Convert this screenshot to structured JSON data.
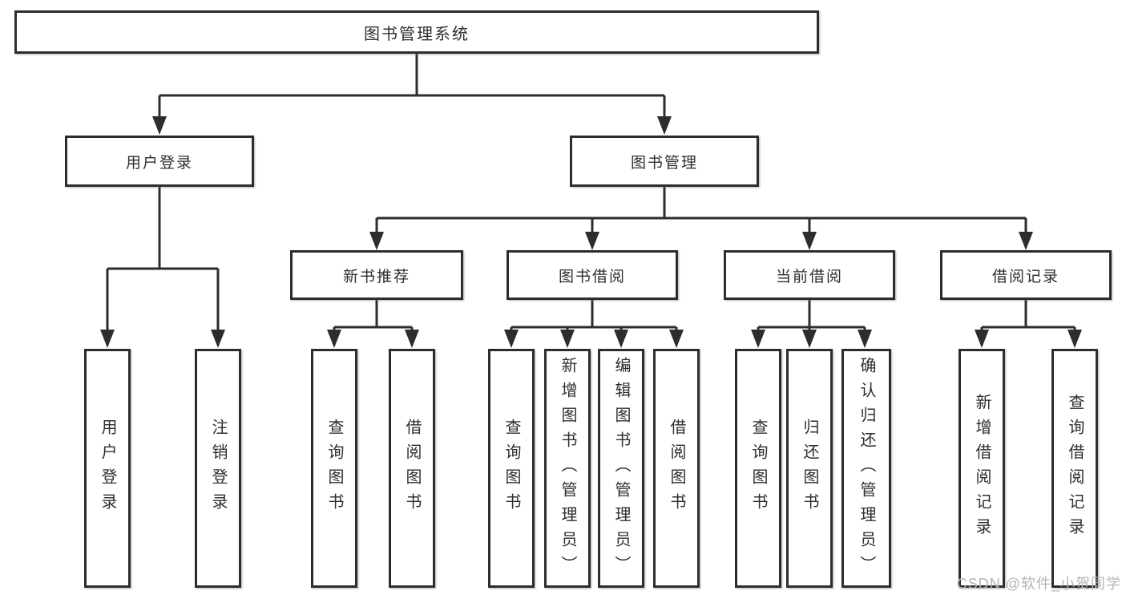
{
  "tree": {
    "root": {
      "label": "图书管理系统"
    },
    "branches": [
      {
        "label": "用户登录",
        "children": [
          {
            "label": "用户登录"
          },
          {
            "label": "注销登录"
          }
        ]
      },
      {
        "label": "图书管理",
        "groups": [
          {
            "label": "新书推荐",
            "children": [
              {
                "label": "查询图书"
              },
              {
                "label": "借阅图书"
              }
            ]
          },
          {
            "label": "图书借阅",
            "children": [
              {
                "label": "查询图书"
              },
              {
                "label": "新增图书（管理员）"
              },
              {
                "label": "编辑图书（管理员）"
              },
              {
                "label": "借阅图书"
              }
            ]
          },
          {
            "label": "当前借阅",
            "children": [
              {
                "label": "查询图书"
              },
              {
                "label": "归还图书"
              },
              {
                "label": "确认归还（管理员）"
              }
            ]
          },
          {
            "label": "借阅记录",
            "children": [
              {
                "label": "新增借阅记录"
              },
              {
                "label": "查询借阅记录"
              }
            ]
          }
        ]
      }
    ]
  },
  "watermark": "CSDN @软件_小贺同学",
  "colors": {
    "line": "#2d2d2d",
    "text": "#2e2e2e",
    "background": "#ffffff",
    "watermark": "#b4b4ba"
  }
}
